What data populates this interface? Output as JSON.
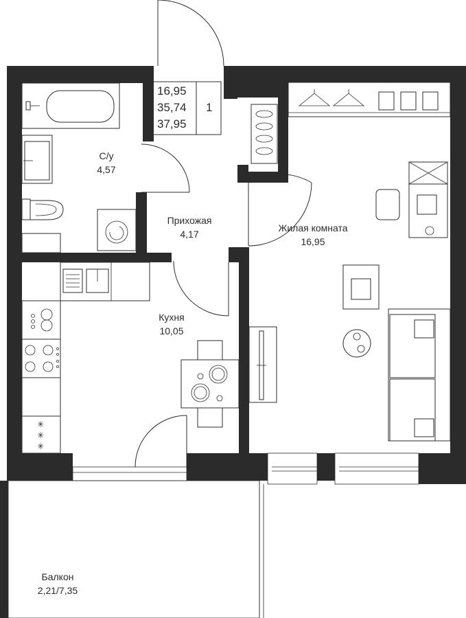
{
  "summary": {
    "living_area": "16,95",
    "total_area": "35,74",
    "total_with_balcony": "37,95",
    "rooms_count": "1"
  },
  "rooms": {
    "bathroom": {
      "name": "С/у",
      "area": "4,57"
    },
    "hallway": {
      "name": "Прихожая",
      "area": "4,17"
    },
    "living": {
      "name": "Жилая комната",
      "area": "16,95"
    },
    "kitchen": {
      "name": "Кухня",
      "area": "10,05"
    },
    "balcony": {
      "name": "Балкон",
      "area": "2,21/7,35"
    }
  },
  "colors": {
    "wall": "#2b2b2b",
    "background": "#ffffff"
  }
}
